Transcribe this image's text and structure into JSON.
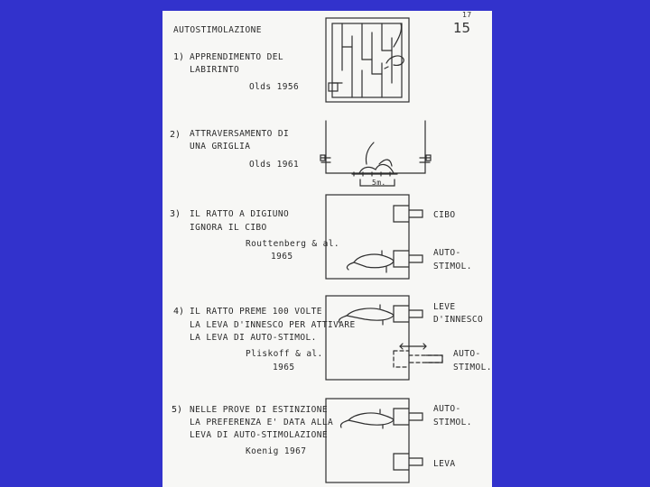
{
  "page": {
    "title": "AUTOSTIMOLAZIONE",
    "page_number": "15",
    "page_number_small": "17"
  },
  "items": [
    {
      "num": "1)",
      "lines": [
        "APPRENDIMENTO DEL",
        "LABIRINTO"
      ],
      "ref": [
        "Olds 1956"
      ]
    },
    {
      "num": "2)",
      "lines": [
        "ATTRAVERSAMENTO DI",
        "UNA GRIGLIA"
      ],
      "ref": [
        "Olds 1961"
      ],
      "scale_label": "5m."
    },
    {
      "num": "3)",
      "lines": [
        "IL RATTO A DIGIUNO",
        "IGNORA IL CIBO"
      ],
      "ref": [
        "Routtenberg & al.",
        "1965"
      ],
      "labels": [
        "CIBO",
        "AUTO-",
        "STIMOL."
      ]
    },
    {
      "num": "4)",
      "lines": [
        "IL RATTO PREME 100 VOLTE",
        "LA LEVA D'INNESCO PER ATTIVARE",
        "LA LEVA DI AUTO-STIMOL."
      ],
      "ref": [
        "Pliskoff & al.",
        "1965"
      ],
      "labels": [
        "LEVE",
        "D'INNESCO",
        "AUTO-",
        "STIMOL."
      ]
    },
    {
      "num": "5)",
      "lines": [
        "NELLE PROVE DI ESTINZIONE",
        "LA PREFERENZA E' DATA ALLA",
        "LEVA DI AUTO-STIMOLAZIONE"
      ],
      "ref": [
        "Koenig 1967"
      ],
      "labels": [
        "AUTO-",
        "STIMOL.",
        "LEVA"
      ]
    }
  ]
}
